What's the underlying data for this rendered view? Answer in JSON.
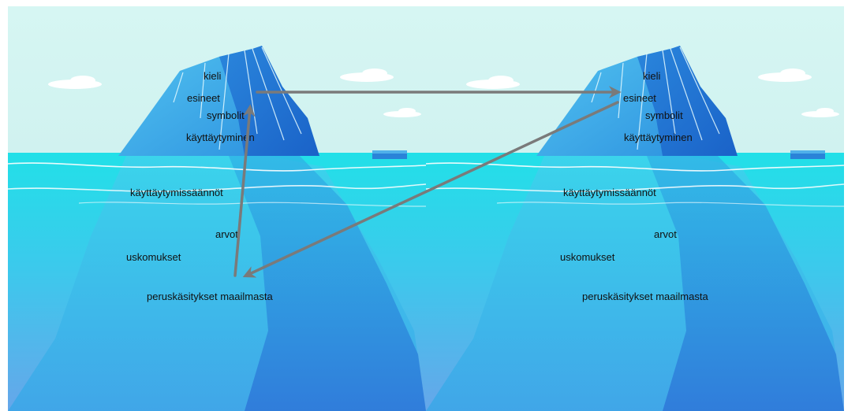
{
  "panels": [
    {
      "labels": {
        "kieli": "kieli",
        "esineet": "esineet",
        "symbolit": "symbolit",
        "kayttaytyminen": "käyttäytyminen",
        "kayttaytymissaannot": "käyttäytymissäännöt",
        "arvot": "arvot",
        "uskomukset": "uskomukset",
        "peruskasitykset": "peruskäsitykset maailmasta"
      }
    },
    {
      "labels": {
        "kieli": "kieli",
        "esineet": "esineet",
        "symbolit": "symbolit",
        "kayttaytyminen": "käyttäytyminen",
        "kayttaytymissaannot": "käyttäytymissäännöt",
        "arvot": "arvot",
        "uskomukset": "uskomukset",
        "peruskasitykset": "peruskäsitykset maailmasta"
      }
    }
  ],
  "colors": {
    "sky": "#d8f5f3",
    "sea_top": "#1fdde6",
    "sea_bottom": "#5ea8ea",
    "ice_light": "#3fb3ec",
    "ice_dark": "#1c6fcf",
    "arrow": "#7a7a7a"
  }
}
